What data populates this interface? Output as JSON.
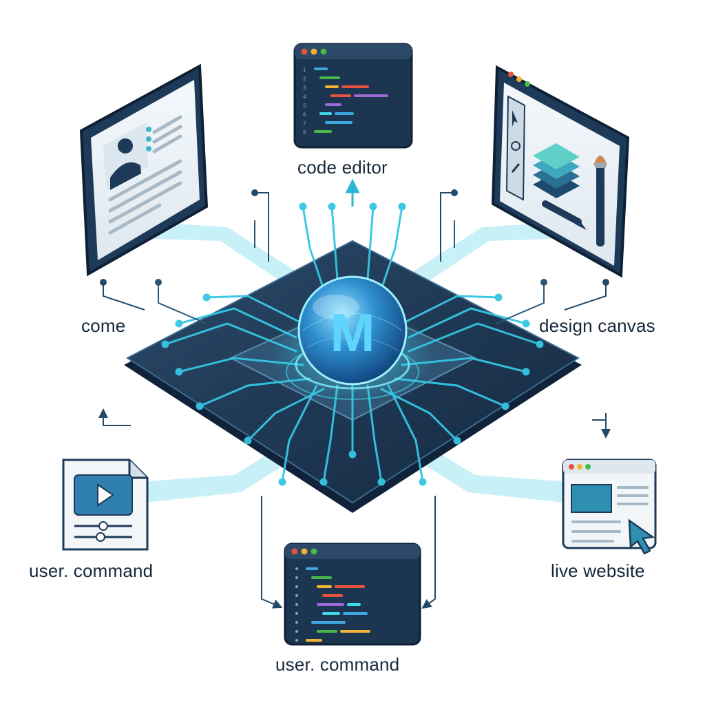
{
  "diagram": {
    "hub": {
      "logo_letter": "M",
      "colors": {
        "glow": "#3fd9ee",
        "orb": "#1d6fae",
        "board": "#1d3550",
        "trace": "#35c6e3"
      }
    },
    "nodes": {
      "code_editor": {
        "label": "code editor",
        "icon": "code-window-icon",
        "line_numbers": [
          "1",
          "2",
          "3",
          "4",
          "5",
          "6",
          "7",
          "8"
        ]
      },
      "profile_monitor": {
        "label": "come",
        "icon": "profile-page-monitor-icon"
      },
      "design_canvas": {
        "label": "design canvas",
        "icon": "design-canvas-window-icon"
      },
      "video_file": {
        "label": "user. command",
        "icon": "video-file-icon"
      },
      "terminal": {
        "label": "user. command",
        "icon": "code-window-icon"
      },
      "live_website": {
        "label": "live website",
        "icon": "browser-cursor-icon"
      }
    }
  }
}
